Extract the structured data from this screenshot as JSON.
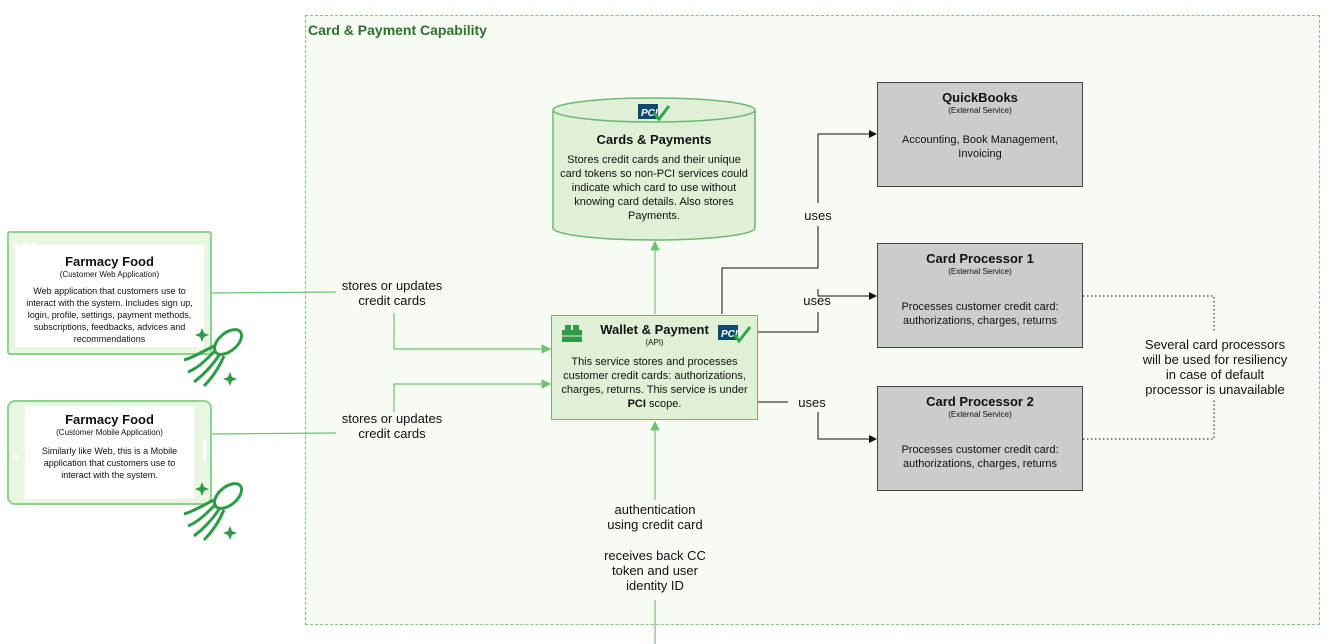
{
  "boundary": {
    "title": "Card & Payment Capability"
  },
  "cards_payments_db": {
    "title": "Cards & Payments",
    "description": "Stores credit cards and their unique card tokens so non-PCI services could indicate which card to use without knowing card details. Also stores Payments.",
    "badge": "PCI"
  },
  "wallet_api": {
    "title": "Wallet & Payment",
    "subtitle": "(API)",
    "description_pre": "This service stores and processes customer credit cards: authorizations, charges, returns. This service is under ",
    "description_bold": "PCI",
    "description_post": " scope.",
    "badge": "PCI"
  },
  "quickbooks": {
    "title": "QuickBooks",
    "subtitle": "(External Service)",
    "description": "Accounting, Book Management, Invoicing"
  },
  "card_processor_1": {
    "title": "Card Processor 1",
    "subtitle": "(External Service)",
    "description": "Processes customer credit card: authorizations, charges, returns"
  },
  "card_processor_2": {
    "title": "Card Processor 2",
    "subtitle": "(External Service)",
    "description": "Processes customer credit card: authorizations, charges, returns"
  },
  "web_app": {
    "title": "Farmacy Food",
    "subtitle": "(Customer Web Application)",
    "description": "Web application that customers use to interact with the system. Includes sign up, login, profile, settings, payment methods, subscriptions, feedbacks, advices and recommendations"
  },
  "mobile_app": {
    "title": "Farmacy Food",
    "subtitle": "(Customer Mobile Application)",
    "description": "Similarly like Web, this is a Mobile application that customers use to interact with the system."
  },
  "edges": {
    "web_to_api": "stores or updates credit cards",
    "mobile_to_api": "stores or updates credit cards",
    "api_to_quickbooks": "uses",
    "api_to_cp1": "uses",
    "api_to_cp2": "uses",
    "bottom_auth": "authentication using credit card",
    "bottom_receives": "receives back CC token and user identity ID"
  },
  "note": "Several card processors will be used for resiliency in case of default processor is unavailable",
  "colors": {
    "green_line": "#6ec46e",
    "boundary": "#7ec87e",
    "external_fill": "#cccccc",
    "api_fill": "#dff0d6",
    "title_green": "#2f6f2f"
  }
}
